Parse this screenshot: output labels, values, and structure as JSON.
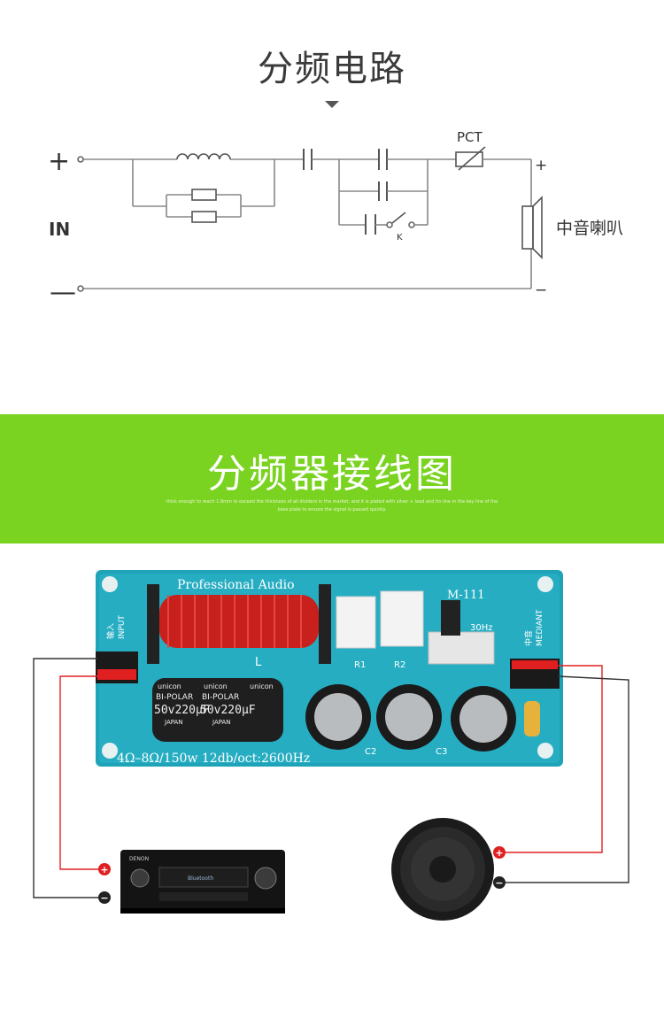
{
  "section1": {
    "title": "分频电路",
    "schematic": {
      "plus": "+",
      "minus": "—",
      "in_label": "IN",
      "pct_label": "PCT",
      "switch_label": "K",
      "spk_plus": "+",
      "spk_minus": "−",
      "speaker_label": "中音喇叭"
    }
  },
  "section2": {
    "title": "分频器接线图",
    "subtitle_line1": "thick enough to reach 1.8mm to exceed the thickness of all dividers in the market, and it is plated with silver + lead and tin line in the key line of the",
    "subtitle_line2": "base plate to ensure the signal is passed quickly.",
    "band_color": "#7ad320"
  },
  "board": {
    "brand": "Professional   Audio",
    "model": "M-111",
    "input_cn": "输入",
    "input_en": "INPUT",
    "output_cn": "中音",
    "output_en": "MEDIANT",
    "spec": "4Ω–8Ω/150w 12db/oct:2600Hz",
    "hz_label": "30Hz",
    "l_label": "L",
    "r1_label": "R1",
    "r2_label": "R2",
    "c2_label": "C2",
    "c3_label": "C3",
    "cap_brand": "unicon",
    "cap_type": "BI-POLAR",
    "cap_value": "50v220μF",
    "cap_origin": "JAPAN"
  },
  "amplifier": {
    "brand": "DENON",
    "display": "Bluetooth"
  },
  "connectors": {
    "plus": "+",
    "minus": "−"
  }
}
